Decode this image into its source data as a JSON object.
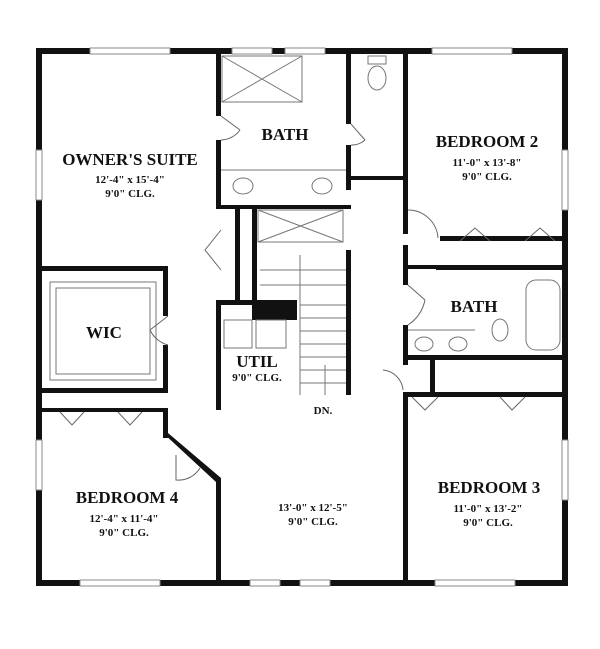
{
  "rooms": {
    "owners_suite": {
      "name": "OWNER'S SUITE",
      "size": "12'-4\" x 15'-4\"",
      "ceiling": "9'0\" CLG."
    },
    "bath_master": {
      "name": "BATH"
    },
    "bedroom2": {
      "name": "BEDROOM 2",
      "size": "11'-0\" x 13'-8\"",
      "ceiling": "9'0\" CLG."
    },
    "wic": {
      "name": "WIC"
    },
    "bath2": {
      "name": "BATH"
    },
    "util": {
      "name": "UTIL",
      "ceiling": "9'0\" CLG."
    },
    "stairs": {
      "label": "DN."
    },
    "bedroom4": {
      "name": "BEDROOM 4",
      "size": "12'-4\" x 11'-4\"",
      "ceiling": "9'0\" CLG."
    },
    "loft": {
      "size": "13'-0\" x 12'-5\"",
      "ceiling": "9'0\" CLG."
    },
    "bedroom3": {
      "name": "BEDROOM 3",
      "size": "11'-0\" x 13'-2\"",
      "ceiling": "9'0\" CLG."
    }
  },
  "colors": {
    "wall": "#111111",
    "fixture": "#777777"
  }
}
